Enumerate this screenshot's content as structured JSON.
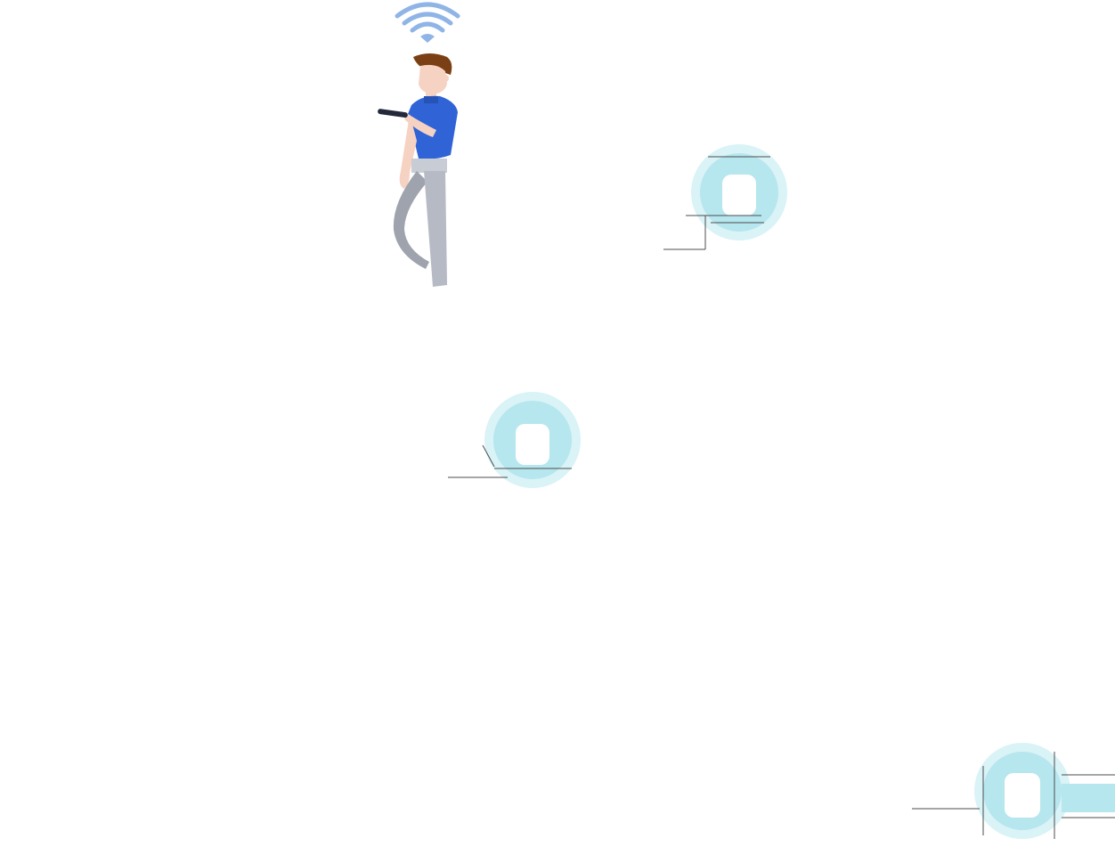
{
  "colors": {
    "background": "#ffffff",
    "wifi": "#8fb4e6",
    "hair": "#7a3f14",
    "skin": "#f6d2c3",
    "shirt": "#2f63d6",
    "shirt_shadow": "#2752b6",
    "pants": "#b6bac4",
    "pants_dark": "#9fa3ad",
    "phone": "#23283a",
    "node_outer": "#d9f3f7",
    "node_inner": "#b6e6ee",
    "node_center": "#ffffff",
    "line": "#4d4d4d"
  },
  "icons": {
    "wifi": "wifi-signal-icon",
    "person": "person-with-phone-illustration",
    "node": "mesh-node-icon"
  },
  "nodes": [
    {
      "name": "mesh-node-top"
    },
    {
      "name": "mesh-node-middle"
    },
    {
      "name": "mesh-node-bottom-right"
    }
  ]
}
